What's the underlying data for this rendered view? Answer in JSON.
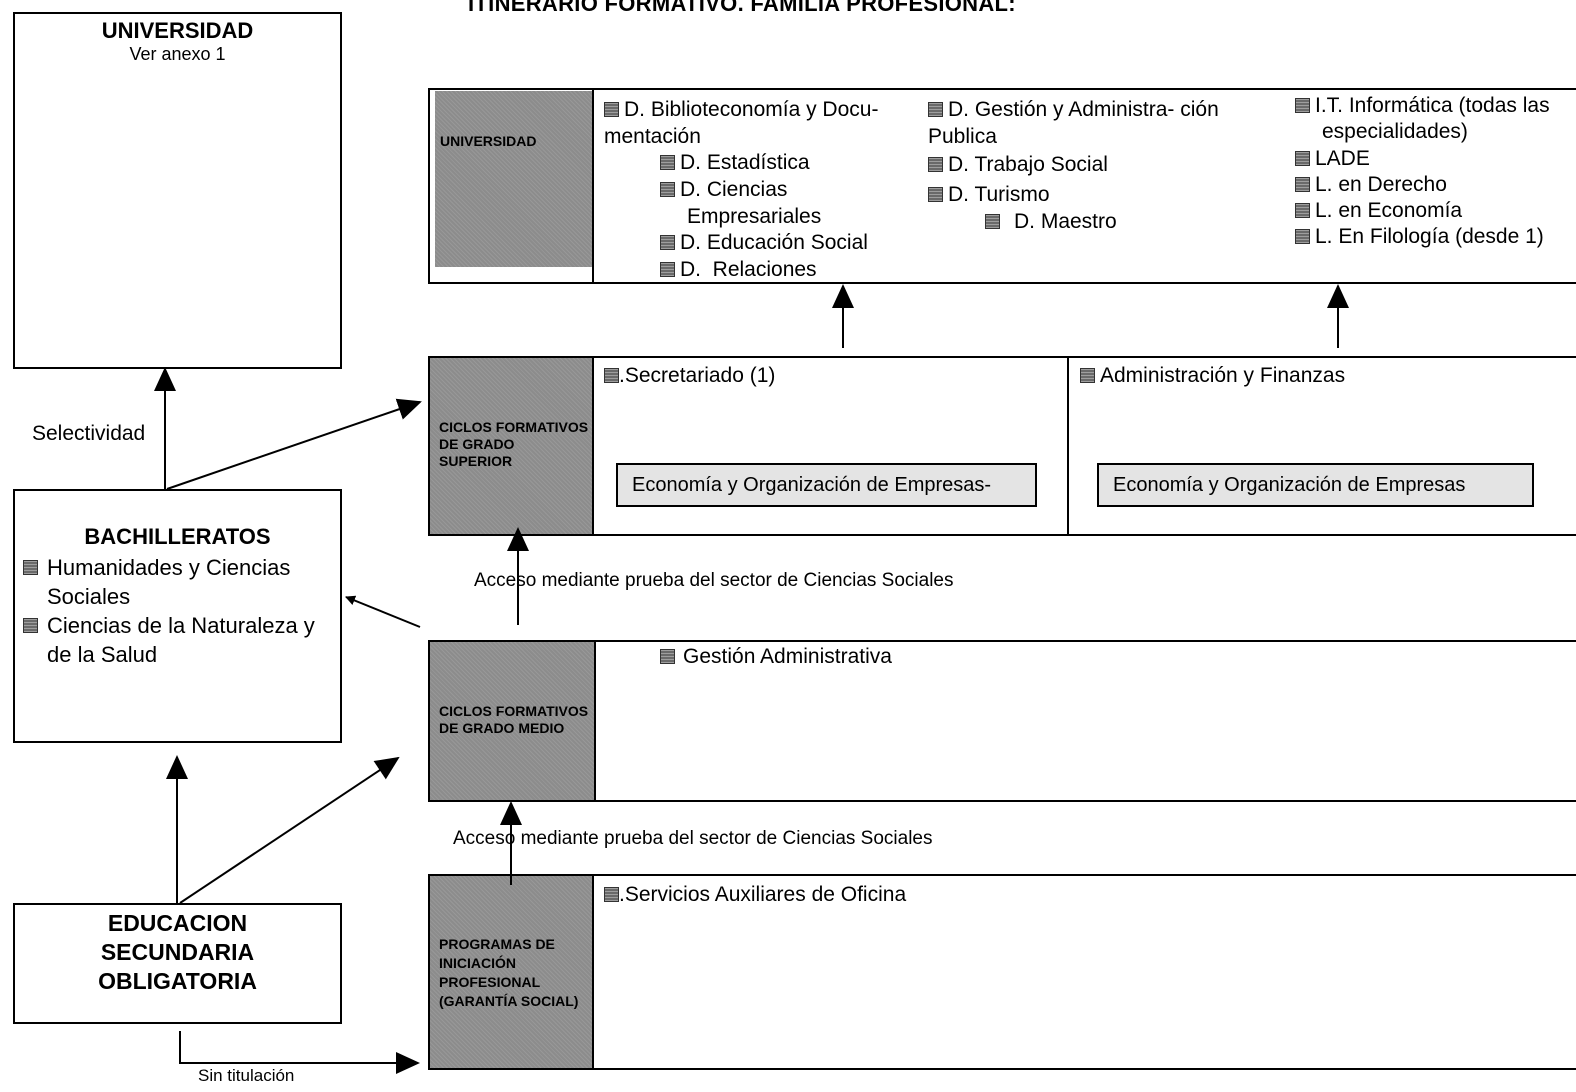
{
  "title": "ITINERARIO FORMATIVO. FAMILIA PROFESIONAL:",
  "left": {
    "universidad": {
      "heading": "UNIVERSIDAD",
      "note": "Ver anexo 1"
    },
    "selectividad": "Selectividad",
    "bachilleratos": {
      "heading": "BACHILLERATOS",
      "items": [
        "Humanidades y Ciencias Sociales",
        "Ciencias de la Naturaleza y de la Salud"
      ]
    },
    "eso": {
      "heading": "EDUCACION SECUNDARIA OBLIGATORIA"
    },
    "sin_titulacion": "Sin titulación"
  },
  "universidad_row": {
    "label": "UNIVERSIDAD",
    "col1": [
      "D. Biblioteconomía y Docu- mentación",
      "D. Estadística",
      "D. Ciencias Empresariales",
      "D. Educación Social",
      "D.  Relaciones"
    ],
    "col2": [
      "D. Gestión y Administra- ción Publica",
      "D. Trabajo Social",
      "D. Turismo",
      "D. Maestro"
    ],
    "col3": [
      "I.T. Informática (todas las especialidades)",
      "LADE",
      "L. en Derecho",
      "L. en Economía",
      "L. En Filología (desde 1)"
    ]
  },
  "superior_row": {
    "label": "CICLOS FORMATIVOS DE GRADO SUPERIOR",
    "left_title": ".Secretariado (1)",
    "left_subject": "Economía y Organización de Empresas-",
    "right_title": "Administración y Finanzas",
    "right_subject": "Economía y Organización de Empresas"
  },
  "acceso_superior": "Acceso mediante prueba del sector de Ciencias Sociales",
  "medio_row": {
    "label": "CICLOS FORMATIVOS DE GRADO MEDIO",
    "item": "Gestión Administrativa"
  },
  "acceso_medio": "Acceso mediante prueba del sector de Ciencias Sociales",
  "pip_row": {
    "label": "PROGRAMAS DE INICIACIÓN PROFESIONAL (GARANTÍA SOCIAL)",
    "item": ".Servicios Auxiliares de Oficina"
  }
}
